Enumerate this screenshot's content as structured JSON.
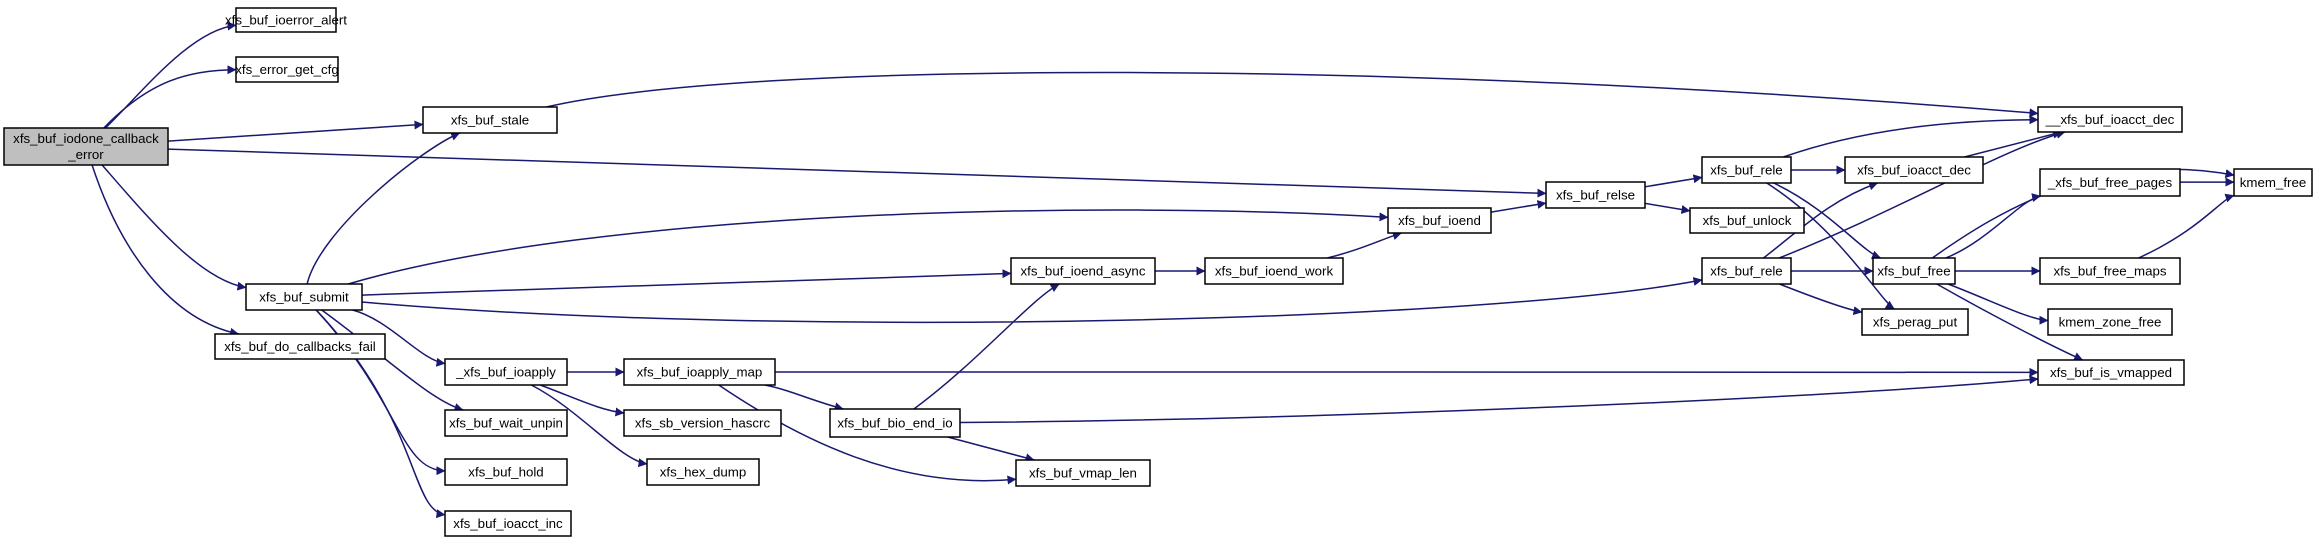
{
  "colors": {
    "edge": "#191970",
    "node_fill": "#ffffff",
    "root_fill": "#bfbfbf",
    "border": "#000000",
    "text": "#000000"
  },
  "nodes": [
    {
      "id": "root",
      "lines": [
        "xfs_buf_iodone_callback",
        "_error"
      ],
      "root": true
    },
    {
      "id": "ioerror_alert",
      "lines": [
        "xfs_buf_ioerror_alert"
      ]
    },
    {
      "id": "error_get_cfg",
      "lines": [
        "xfs_error_get_cfg"
      ]
    },
    {
      "id": "stale",
      "lines": [
        "xfs_buf_stale"
      ]
    },
    {
      "id": "submit",
      "lines": [
        "xfs_buf_submit"
      ]
    },
    {
      "id": "do_callbacks_fail",
      "lines": [
        "xfs_buf_do_callbacks_fail"
      ]
    },
    {
      "id": "_ioapply",
      "lines": [
        "_xfs_buf_ioapply"
      ]
    },
    {
      "id": "wait_unpin",
      "lines": [
        "xfs_buf_wait_unpin"
      ]
    },
    {
      "id": "hold",
      "lines": [
        "xfs_buf_hold"
      ]
    },
    {
      "id": "ioacct_inc",
      "lines": [
        "xfs_buf_ioacct_inc"
      ]
    },
    {
      "id": "ioapply_map",
      "lines": [
        "xfs_buf_ioapply_map"
      ]
    },
    {
      "id": "sb_version_hascrc",
      "lines": [
        "xfs_sb_version_hascrc"
      ]
    },
    {
      "id": "hex_dump",
      "lines": [
        "xfs_hex_dump"
      ]
    },
    {
      "id": "ioend_async",
      "lines": [
        "xfs_buf_ioend_async"
      ]
    },
    {
      "id": "bio_end_io",
      "lines": [
        "xfs_buf_bio_end_io"
      ]
    },
    {
      "id": "vmap_len",
      "lines": [
        "xfs_buf_vmap_len"
      ]
    },
    {
      "id": "ioend_work",
      "lines": [
        "xfs_buf_ioend_work"
      ]
    },
    {
      "id": "ioend",
      "lines": [
        "xfs_buf_ioend"
      ]
    },
    {
      "id": "relse",
      "lines": [
        "xfs_buf_relse"
      ]
    },
    {
      "id": "rele_a",
      "lines": [
        "xfs_buf_rele"
      ]
    },
    {
      "id": "unlock",
      "lines": [
        "xfs_buf_unlock"
      ]
    },
    {
      "id": "rele_b",
      "lines": [
        "xfs_buf_rele"
      ]
    },
    {
      "id": "ioacct_dec",
      "lines": [
        "xfs_buf_ioacct_dec"
      ]
    },
    {
      "id": "__ioacct_dec",
      "lines": [
        "__xfs_buf_ioacct_dec"
      ]
    },
    {
      "id": "free",
      "lines": [
        "xfs_buf_free"
      ]
    },
    {
      "id": "perag_put",
      "lines": [
        "xfs_perag_put"
      ]
    },
    {
      "id": "_free_pages",
      "lines": [
        "_xfs_buf_free_pages"
      ]
    },
    {
      "id": "free_maps",
      "lines": [
        "xfs_buf_free_maps"
      ]
    },
    {
      "id": "kmem_zone_free",
      "lines": [
        "kmem_zone_free"
      ]
    },
    {
      "id": "is_vmapped",
      "lines": [
        "xfs_buf_is_vmapped"
      ]
    },
    {
      "id": "kmem_free",
      "lines": [
        "kmem_free"
      ]
    }
  ],
  "edges": [
    [
      "root",
      "ioerror_alert"
    ],
    [
      "root",
      "error_get_cfg"
    ],
    [
      "root",
      "stale"
    ],
    [
      "root",
      "relse"
    ],
    [
      "root",
      "submit"
    ],
    [
      "root",
      "do_callbacks_fail"
    ],
    [
      "stale",
      "__ioacct_dec"
    ],
    [
      "submit",
      "stale"
    ],
    [
      "submit",
      "ioend"
    ],
    [
      "submit",
      "ioend_async"
    ],
    [
      "submit",
      "rele_b"
    ],
    [
      "submit",
      "_ioapply"
    ],
    [
      "submit",
      "wait_unpin"
    ],
    [
      "submit",
      "hold"
    ],
    [
      "submit",
      "ioacct_inc"
    ],
    [
      "_ioapply",
      "ioapply_map"
    ],
    [
      "_ioapply",
      "sb_version_hascrc"
    ],
    [
      "_ioapply",
      "hex_dump"
    ],
    [
      "ioapply_map",
      "is_vmapped"
    ],
    [
      "ioapply_map",
      "bio_end_io"
    ],
    [
      "ioapply_map",
      "vmap_len"
    ],
    [
      "bio_end_io",
      "ioend_async"
    ],
    [
      "bio_end_io",
      "vmap_len"
    ],
    [
      "bio_end_io",
      "is_vmapped"
    ],
    [
      "ioend_async",
      "ioend_work"
    ],
    [
      "ioend_work",
      "ioend"
    ],
    [
      "ioend",
      "relse"
    ],
    [
      "relse",
      "rele_a"
    ],
    [
      "relse",
      "unlock"
    ],
    [
      "rele_a",
      "__ioacct_dec"
    ],
    [
      "rele_a",
      "ioacct_dec"
    ],
    [
      "rele_a",
      "free"
    ],
    [
      "rele_a",
      "perag_put"
    ],
    [
      "rele_b",
      "ioacct_dec"
    ],
    [
      "rele_b",
      "__ioacct_dec"
    ],
    [
      "rele_b",
      "free"
    ],
    [
      "rele_b",
      "perag_put"
    ],
    [
      "ioacct_dec",
      "__ioacct_dec"
    ],
    [
      "free",
      "kmem_free"
    ],
    [
      "free",
      "_free_pages"
    ],
    [
      "free",
      "free_maps"
    ],
    [
      "free",
      "kmem_zone_free"
    ],
    [
      "free",
      "is_vmapped"
    ],
    [
      "_free_pages",
      "kmem_free"
    ],
    [
      "free_maps",
      "kmem_free"
    ]
  ]
}
